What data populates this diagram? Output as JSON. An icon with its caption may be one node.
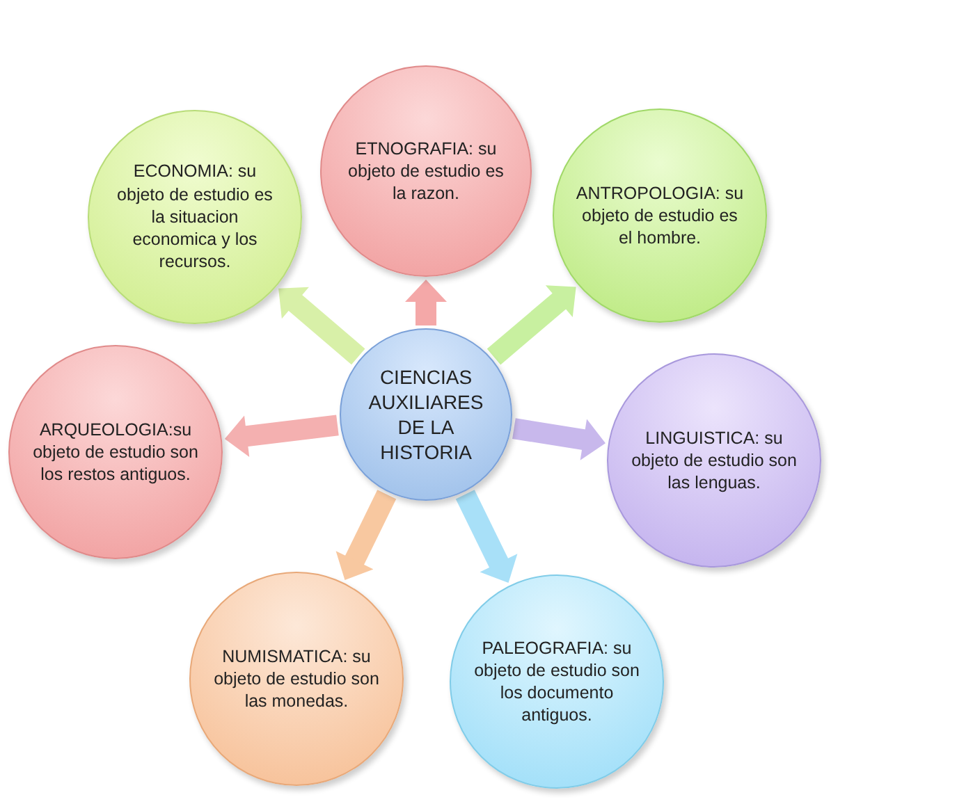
{
  "diagram": {
    "nodes": [
      {
        "text": [
          "CIENCIAS AUXILIARES DE LA HISTORIA"
        ]
      },
      {
        "text": [
          "ETNOGRAFIA: su objeto de estudio es la razon."
        ]
      },
      {
        "text": [
          "ECONOMIA: su objeto de estudio es la situacion economica y los recursos."
        ]
      },
      {
        "text": [
          "ANTROPOLOGIA: su objeto de estudio es el hombre."
        ]
      },
      {
        "text": [
          "ARQUEOLOGIA:su objeto de estudio son los restos antiguos."
        ]
      },
      {
        "text": [
          "LINGUISTICA: su objeto de estudio son las lenguas."
        ]
      },
      {
        "text": [
          "NUMISMATICA: su objeto de estudio son las monedas."
        ]
      },
      {
        "text": [
          "PALEOGRAFIA: su objeto de estudio son los documento antiguos."
        ]
      }
    ],
    "edges": [
      {
        "from": 0,
        "to": 1,
        "arrow": "to",
        "color": "#f4a8a8"
      },
      {
        "from": 0,
        "to": 2,
        "arrow": "to",
        "color": "#d8f0a8"
      },
      {
        "from": 0,
        "to": 3,
        "arrow": "to",
        "color": "#c8f0a0"
      },
      {
        "from": 0,
        "to": 4,
        "arrow": "to",
        "color": "#f4b0b0"
      },
      {
        "from": 0,
        "to": 5,
        "arrow": "to",
        "color": "#c8b8ec"
      },
      {
        "from": 0,
        "to": 6,
        "arrow": "to",
        "color": "#f8c8a0"
      },
      {
        "from": 0,
        "to": 7,
        "arrow": "to",
        "color": "#a8e0f8"
      }
    ]
  }
}
